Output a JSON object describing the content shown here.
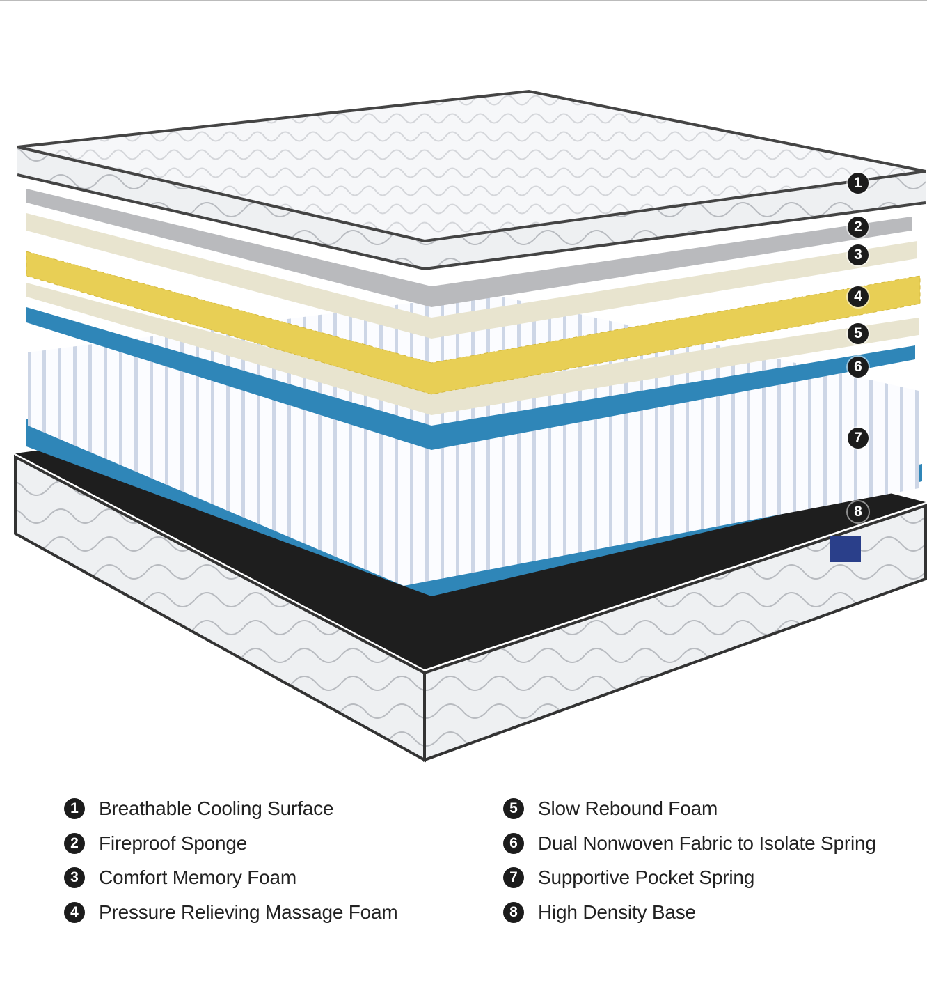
{
  "colors": {
    "cover": "#f4f5f7",
    "edge": "#3a3a3a",
    "gray_foam": "#b9babd",
    "cream_foam": "#e8e4cf",
    "yellow_foam": "#e8cf55",
    "blue_fabric": "#2f86b8",
    "spring": "#ffffff",
    "badge": "#1c1c1c"
  },
  "markers": [
    "1",
    "2",
    "3",
    "4",
    "5",
    "6",
    "7",
    "8"
  ],
  "legend": [
    {
      "num": "1",
      "label": "Breathable Cooling Surface"
    },
    {
      "num": "2",
      "label": "Fireproof Sponge"
    },
    {
      "num": "3",
      "label": "Comfort Memory Foam"
    },
    {
      "num": "4",
      "label": "Pressure Relieving Massage Foam"
    },
    {
      "num": "5",
      "label": "Slow Rebound Foam"
    },
    {
      "num": "6",
      "label": "Dual Nonwoven Fabric to Isolate Spring"
    },
    {
      "num": "7",
      "label": "Supportive Pocket Spring"
    },
    {
      "num": "8",
      "label": "High Density Base"
    }
  ]
}
